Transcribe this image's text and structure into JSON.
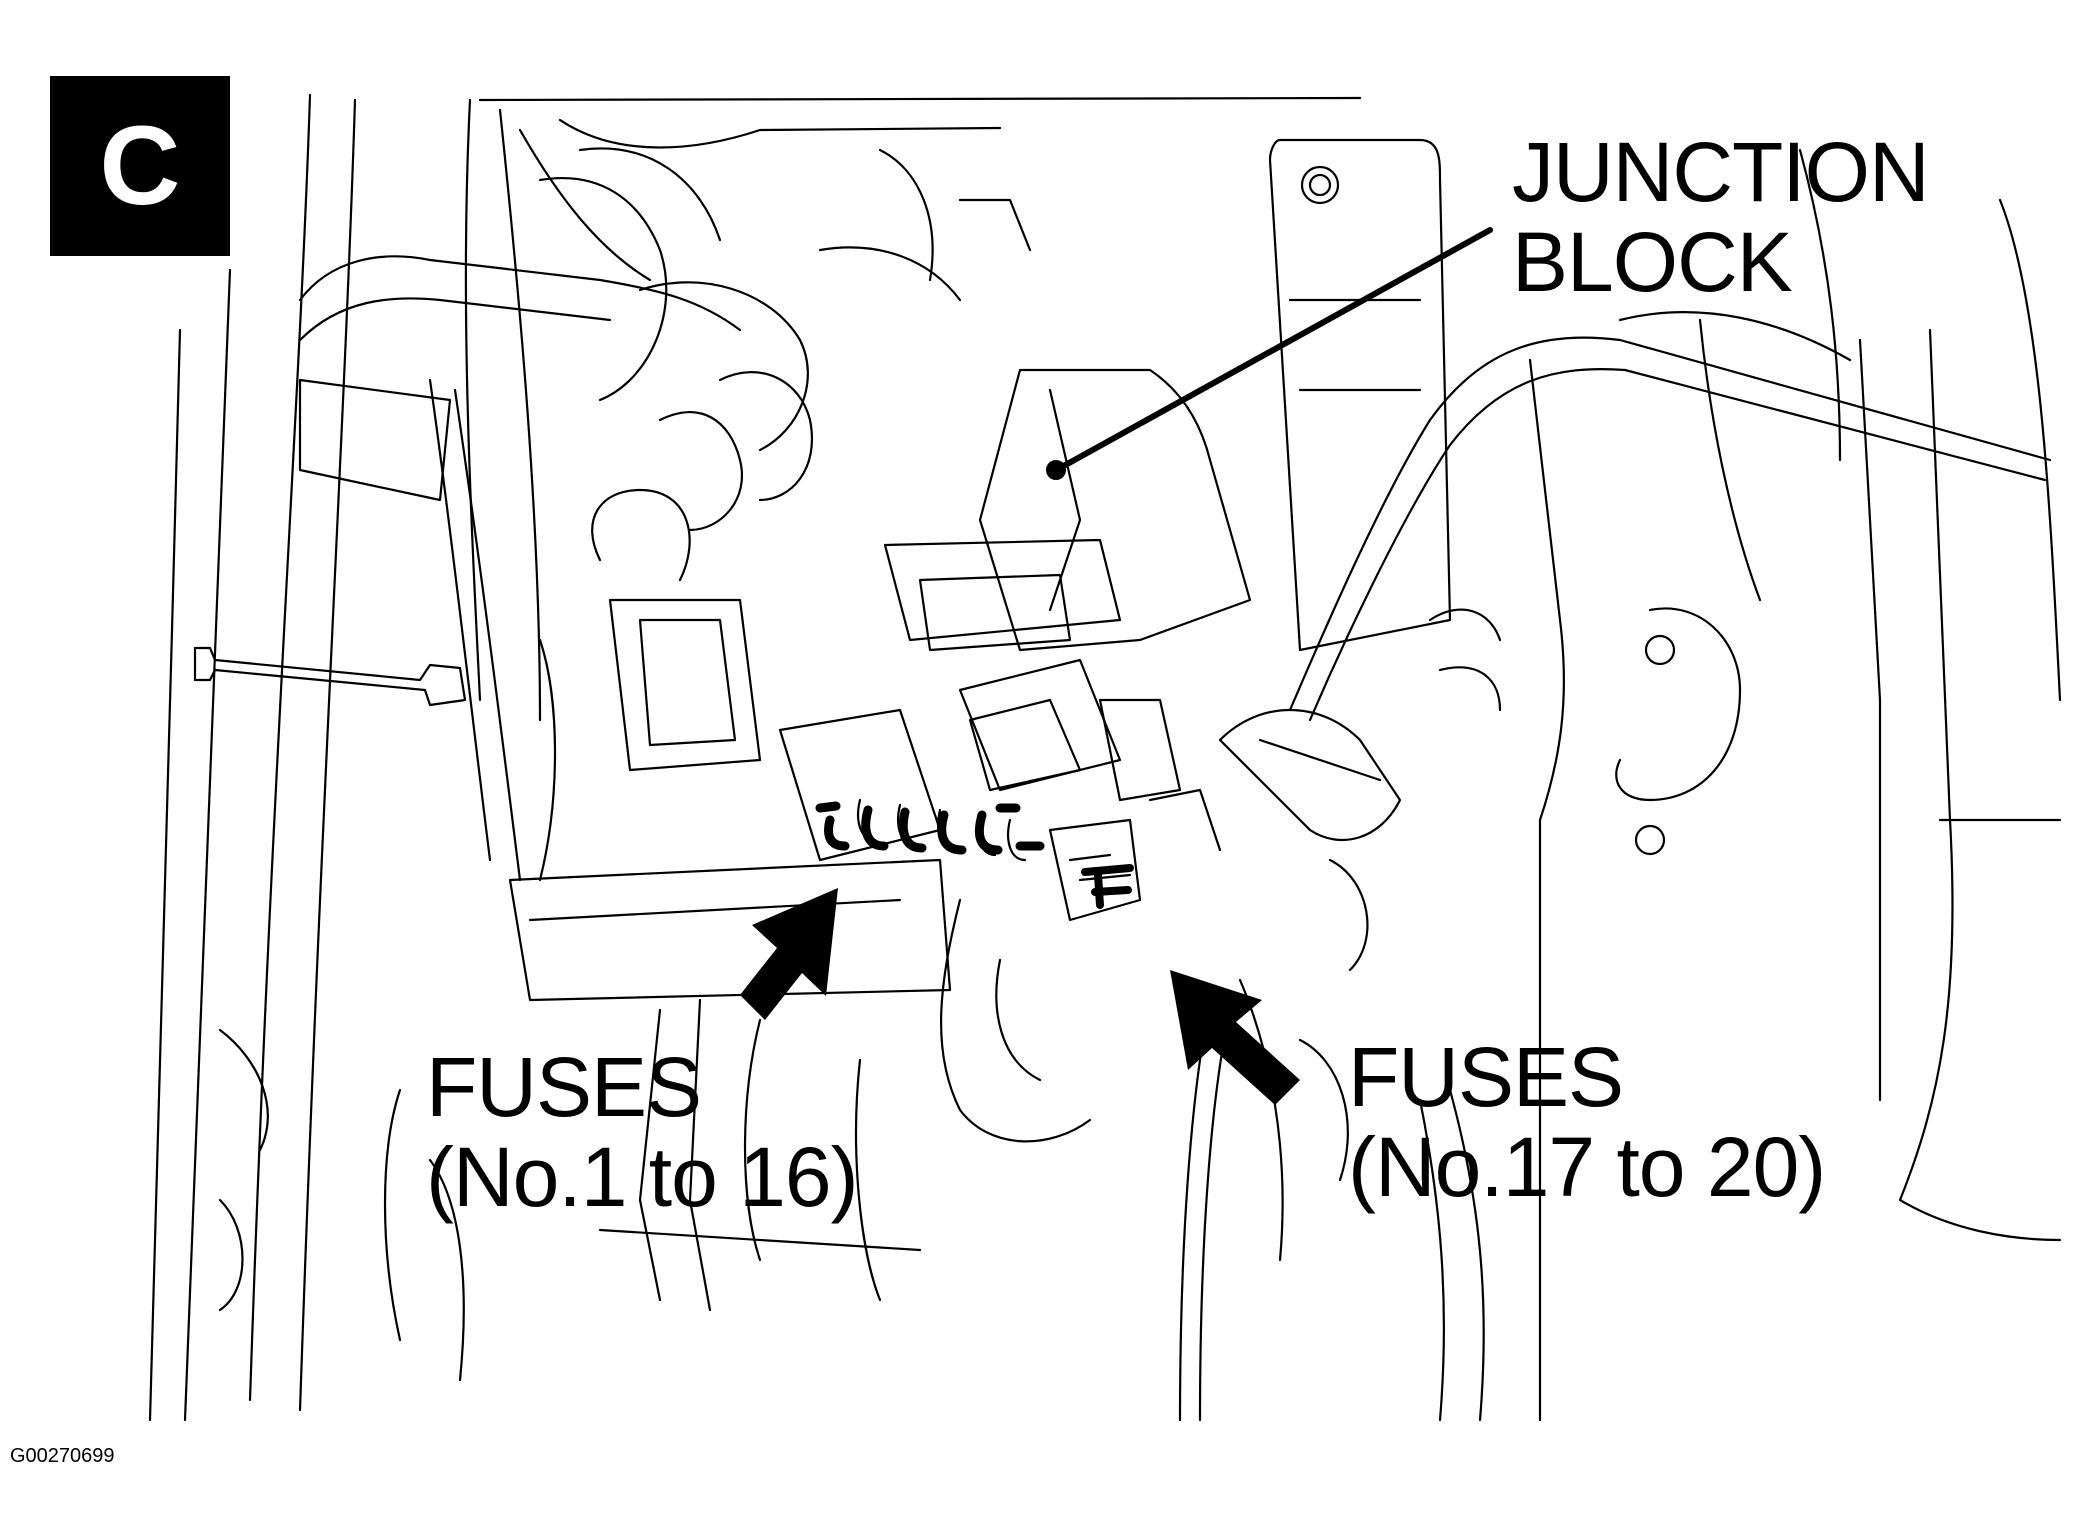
{
  "badge": {
    "letter": "C"
  },
  "callouts": {
    "junction_block": {
      "line1": "JUNCTION",
      "line2": "BLOCK"
    },
    "fuses_left": {
      "line1": "FUSES",
      "line2": "(No.1 to 16)"
    },
    "fuses_right": {
      "line1": "FUSES",
      "line2": "(No.17 to 20)"
    }
  },
  "figure_id": "G00270699"
}
